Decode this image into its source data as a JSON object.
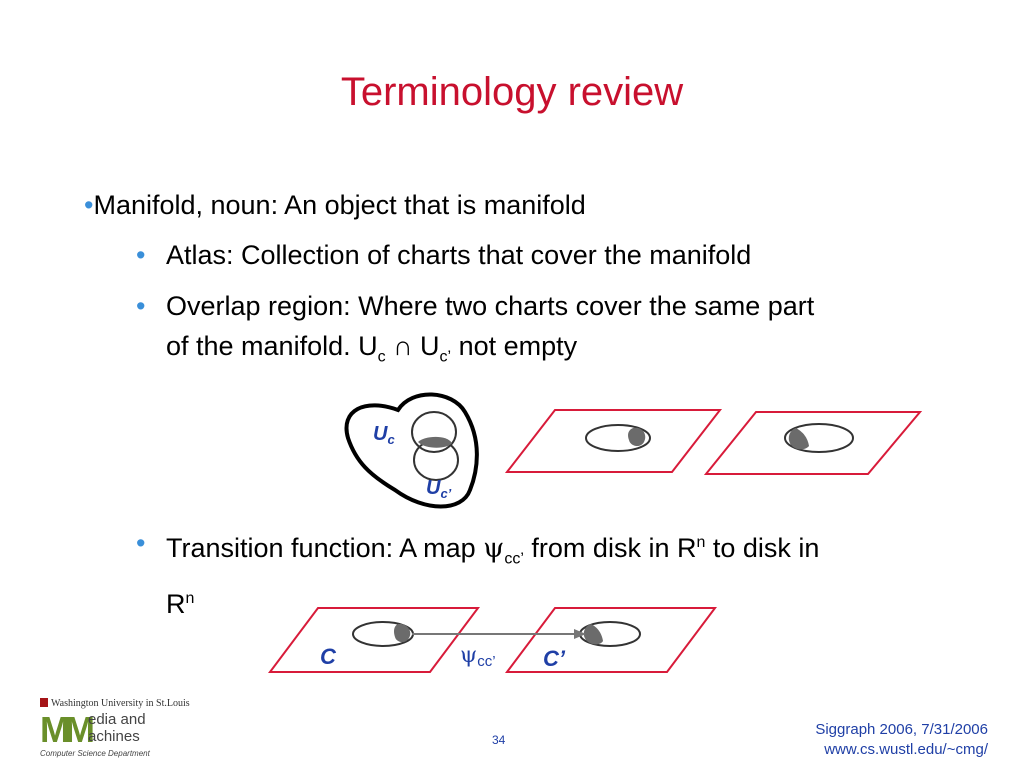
{
  "title": "Terminology review",
  "bullet_char": "•",
  "bullets": {
    "manifold": "Manifold, noun: An object that is manifold",
    "atlas": "Atlas: Collection of charts that cover the manifold",
    "overlap_line1": "Overlap region: Where two charts cover the same part",
    "overlap_line2_a": "of the manifold. U",
    "overlap_sub_c": "c",
    "overlap_cap": " ∩ U",
    "overlap_sub_cprime": "c’",
    "overlap_end": " not empty",
    "transition_a": "Transition function: A map ",
    "psi": "ψ",
    "transition_sub": "cc’",
    "transition_b": " from disk in R",
    "sup_n": "n",
    "transition_c": " to disk in",
    "transition_line2": "R"
  },
  "diagram_labels": {
    "uc": "U",
    "uc_sub": "c",
    "ucp": "U",
    "ucp_sub": "c’",
    "chart_c": "C",
    "chart_cp": "C’",
    "psi": "ψ",
    "psi_sub": "cc’"
  },
  "logo": {
    "university": "Washington University in St.Louis",
    "mm": "MM",
    "line1": "edia and",
    "line2": "achines",
    "dept": "Computer Science Department"
  },
  "page_number": "34",
  "footer": {
    "line1": "Siggraph 2006, 7/31/2006",
    "line2": "www.cs.wustl.edu/~cmg/"
  },
  "colors": {
    "title": "#c8102e",
    "bullet": "#3a8fd9",
    "chart_border": "#d81b3a",
    "label_blue": "#1f3fa6",
    "footer_blue": "#1f3fa6"
  }
}
